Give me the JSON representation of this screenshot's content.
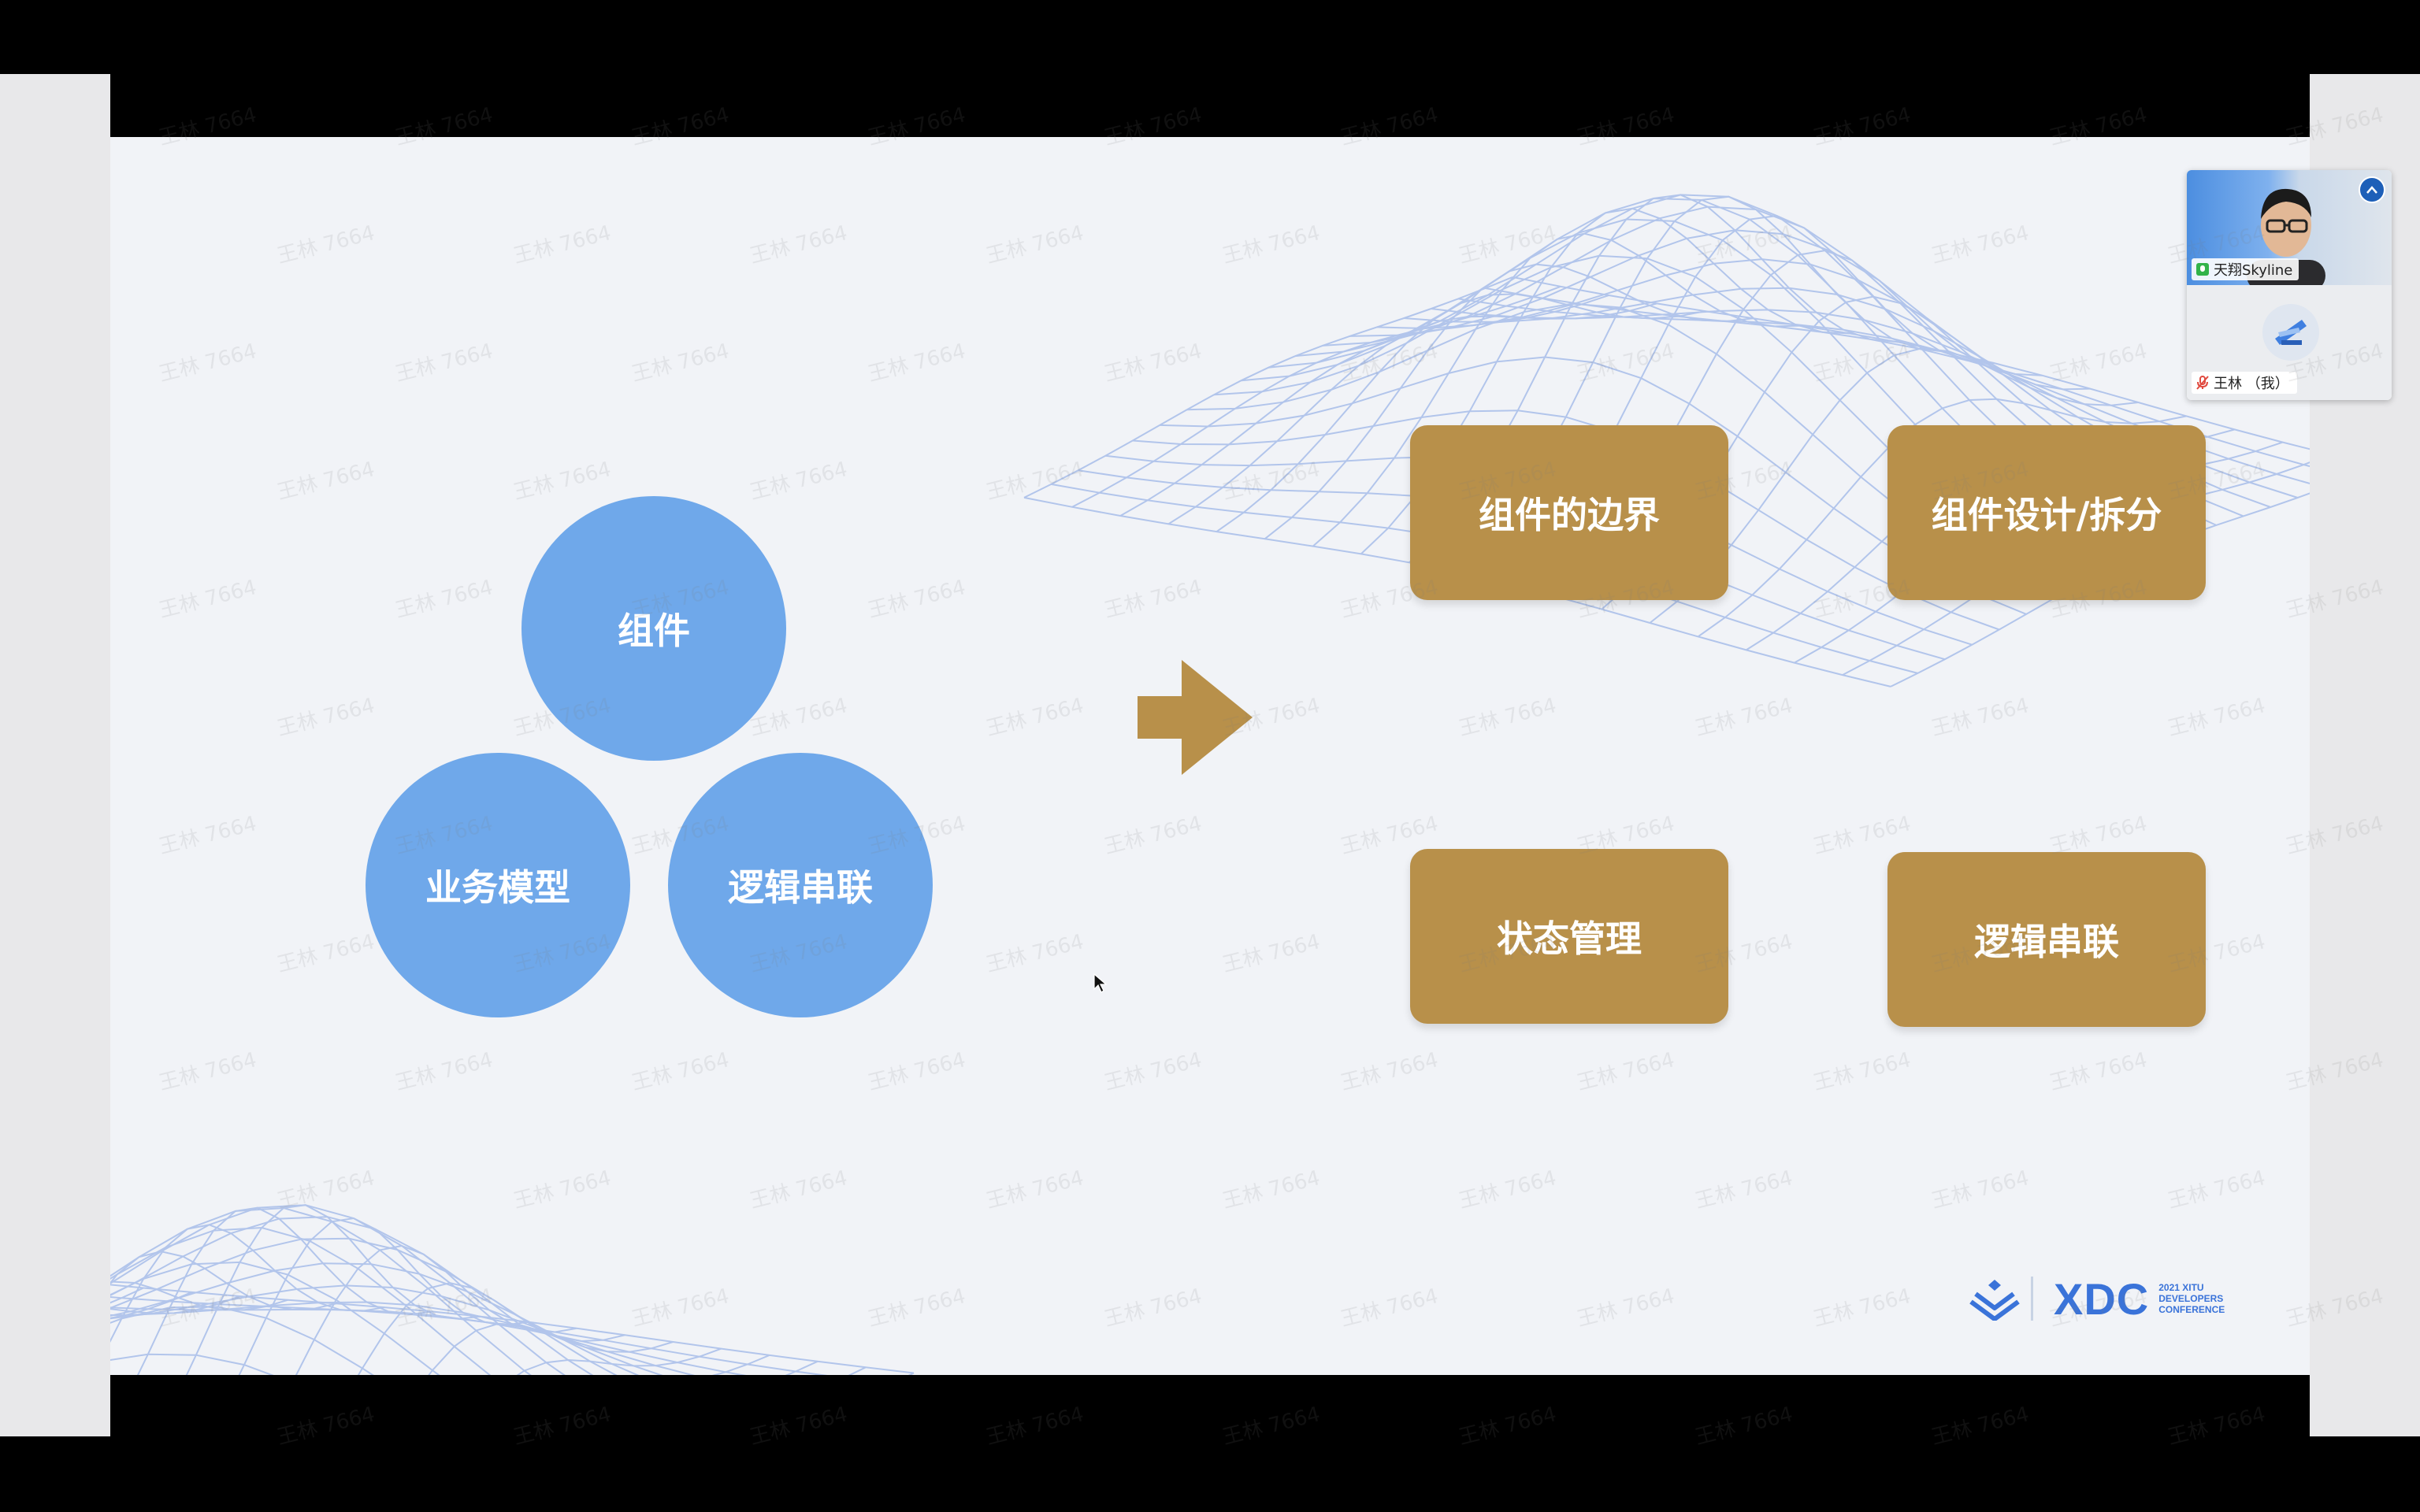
{
  "slide": {
    "circles": [
      "组件",
      "业务模型",
      "逻辑串联"
    ],
    "boxes": [
      "组件的边界",
      "组件设计/拆分",
      "状态管理",
      "逻辑串联"
    ],
    "arrow_icon": "right-arrow-icon",
    "colors": {
      "circle": "#6fa8ea",
      "box": "#b8904a",
      "background": "#f1f3f7",
      "mesh": "#9db6e8"
    }
  },
  "logo": {
    "name": "XDC",
    "subtitle_lines": [
      "2021 XITU",
      "DEVELOPERS",
      "CONFERENCE"
    ]
  },
  "participants": {
    "items": [
      {
        "name": "天翔Skyline",
        "mic": "on"
      },
      {
        "name": "王林 （我）",
        "mic": "muted"
      }
    ],
    "collapse_icon": "chevron-up-icon"
  },
  "watermark": "王林 7664"
}
